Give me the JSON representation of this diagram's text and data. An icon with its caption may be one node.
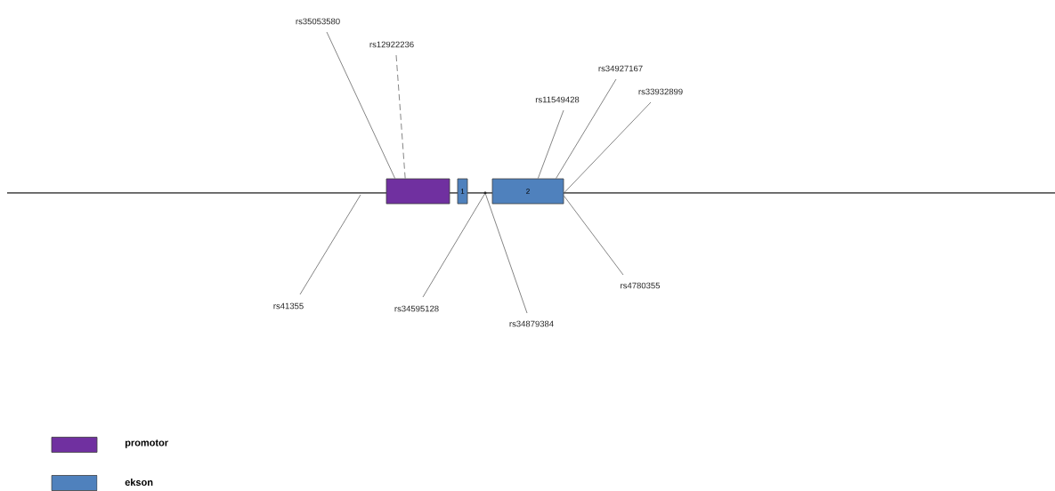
{
  "diagram": {
    "nodes": [
      {
        "text": [],
        "shape": "box"
      },
      {
        "text": [
          "1"
        ]
      },
      {
        "text": [
          "2"
        ]
      },
      {
        "text": [
          "rs35053580"
        ]
      },
      {
        "text": [
          "rs12922236"
        ]
      },
      {
        "text": [
          "rs11549428"
        ]
      },
      {
        "text": [
          "rs34927167"
        ]
      },
      {
        "text": [
          "rs33932899"
        ]
      },
      {
        "text": [
          "rs41355"
        ]
      },
      {
        "text": [
          "rs34595128"
        ]
      },
      {
        "text": [
          "rs34879384"
        ]
      },
      {
        "text": [
          "rs4780355"
        ]
      },
      {
        "text": [],
        "shape": "dot"
      }
    ],
    "edges": [
      {
        "from": 3,
        "to": 0,
        "arrow": "none"
      },
      {
        "from": 4,
        "to": 0,
        "arrow": "none",
        "style": "dashed"
      },
      {
        "from": 5,
        "to": 2,
        "arrow": "none"
      },
      {
        "from": 6,
        "to": 2,
        "arrow": "none"
      },
      {
        "from": 7,
        "to": 2,
        "arrow": "none"
      },
      {
        "from": 8,
        "to": null,
        "arrow": "none"
      },
      {
        "from": 9,
        "to": 12,
        "arrow": "none"
      },
      {
        "from": 10,
        "to": 12,
        "arrow": "none"
      },
      {
        "from": 11,
        "to": 2,
        "arrow": "none"
      }
    ],
    "legend": [
      {
        "text": "promotor",
        "color": "#7030a0"
      },
      {
        "text": "ekson",
        "color": "#4f81bd"
      }
    ]
  }
}
